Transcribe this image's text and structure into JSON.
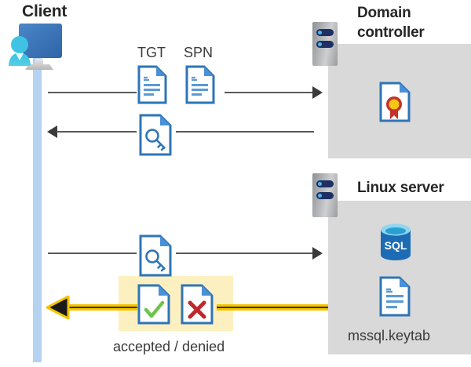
{
  "diagram": {
    "type": "kerberos-authentication-flow",
    "background": "#ffffff",
    "accent_blue": "#2e75b6",
    "accent_yellow": "#f5c400",
    "panel_gray": "#d9d9d9",
    "lifeline_blue": "#b5d3f0"
  },
  "client": {
    "title": "Client",
    "icon": "user-computer-icon"
  },
  "domain_controller": {
    "title_line1": "Domain",
    "title_line2": "controller",
    "server_icon": "server-rack-icon",
    "contents": [
      {
        "icon": "certificate-document-icon",
        "label": ""
      }
    ]
  },
  "linux_server": {
    "title": "Linux server",
    "server_icon": "server-rack-icon",
    "contents": [
      {
        "icon": "sql-database-icon",
        "label": "SQL"
      },
      {
        "icon": "keytab-document-icon",
        "label": "mssql.keytab"
      }
    ]
  },
  "messages": [
    {
      "id": "msg-tgt-spn-request",
      "direction": "right",
      "style": "thin-gray",
      "artifacts": [
        {
          "icon": "document-icon",
          "label": "TGT"
        },
        {
          "icon": "document-icon",
          "label": "SPN"
        }
      ]
    },
    {
      "id": "msg-service-ticket-response",
      "direction": "left",
      "style": "thin-gray",
      "artifacts": [
        {
          "icon": "key-document-icon",
          "label": ""
        }
      ]
    },
    {
      "id": "msg-ticket-presented",
      "direction": "right",
      "style": "thin-gray",
      "artifacts": [
        {
          "icon": "key-document-icon",
          "label": ""
        }
      ]
    },
    {
      "id": "msg-auth-result",
      "direction": "left",
      "style": "thick-yellow",
      "highlighted": true,
      "caption": "accepted / denied",
      "artifacts": [
        {
          "icon": "accepted-document-icon",
          "label": ""
        },
        {
          "icon": "denied-document-icon",
          "label": ""
        }
      ]
    }
  ],
  "labels": {
    "tgt": "TGT",
    "spn": "SPN",
    "accepted_denied": "accepted / denied",
    "mssql_keytab": "mssql.keytab",
    "sql": "SQL"
  }
}
